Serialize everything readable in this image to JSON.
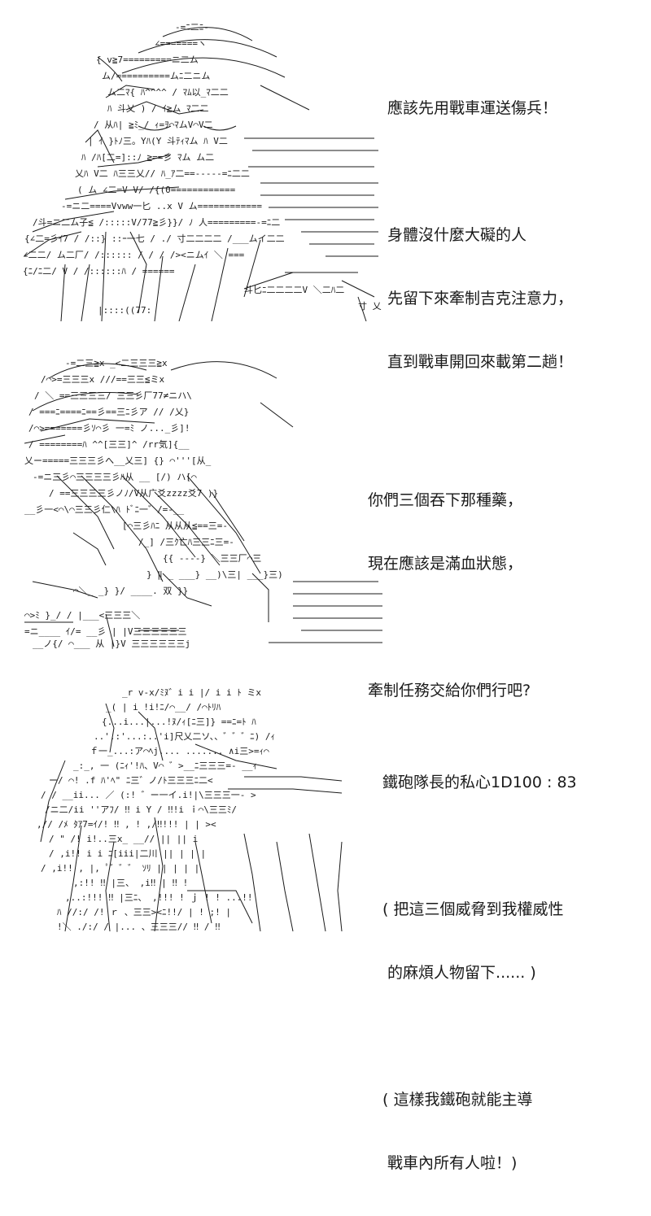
{
  "colors": {
    "ink": "#1a1a1a",
    "background": "#ffffff"
  },
  "panels": [
    {
      "art": "ascii-art-character-with-helmet",
      "caption": [
        "應該先用戰車運送傷兵！",
        "",
        "身體沒什麼大礙的人",
        "先留下來牽制吉克注意力，",
        "直到戰車開回來載第二趟！"
      ]
    },
    {
      "art": "ascii-art-character-with-hat",
      "caption": [
        "你們三個吞下那種藥，",
        "現在應該是滿血狀態，",
        "",
        "牽制任務交給你們行吧?"
      ]
    },
    {
      "art": "ascii-art-captain-laughing",
      "caption": [
        "鐵砲隊長的私心1D100 : 83",
        "",
        "( 把這三個威脅到我權威性",
        " 的麻煩人物留下...... )",
        "",
        "( 這樣我鐵砲就能主導",
        " 戰車內所有人啦！)"
      ]
    }
  ]
}
